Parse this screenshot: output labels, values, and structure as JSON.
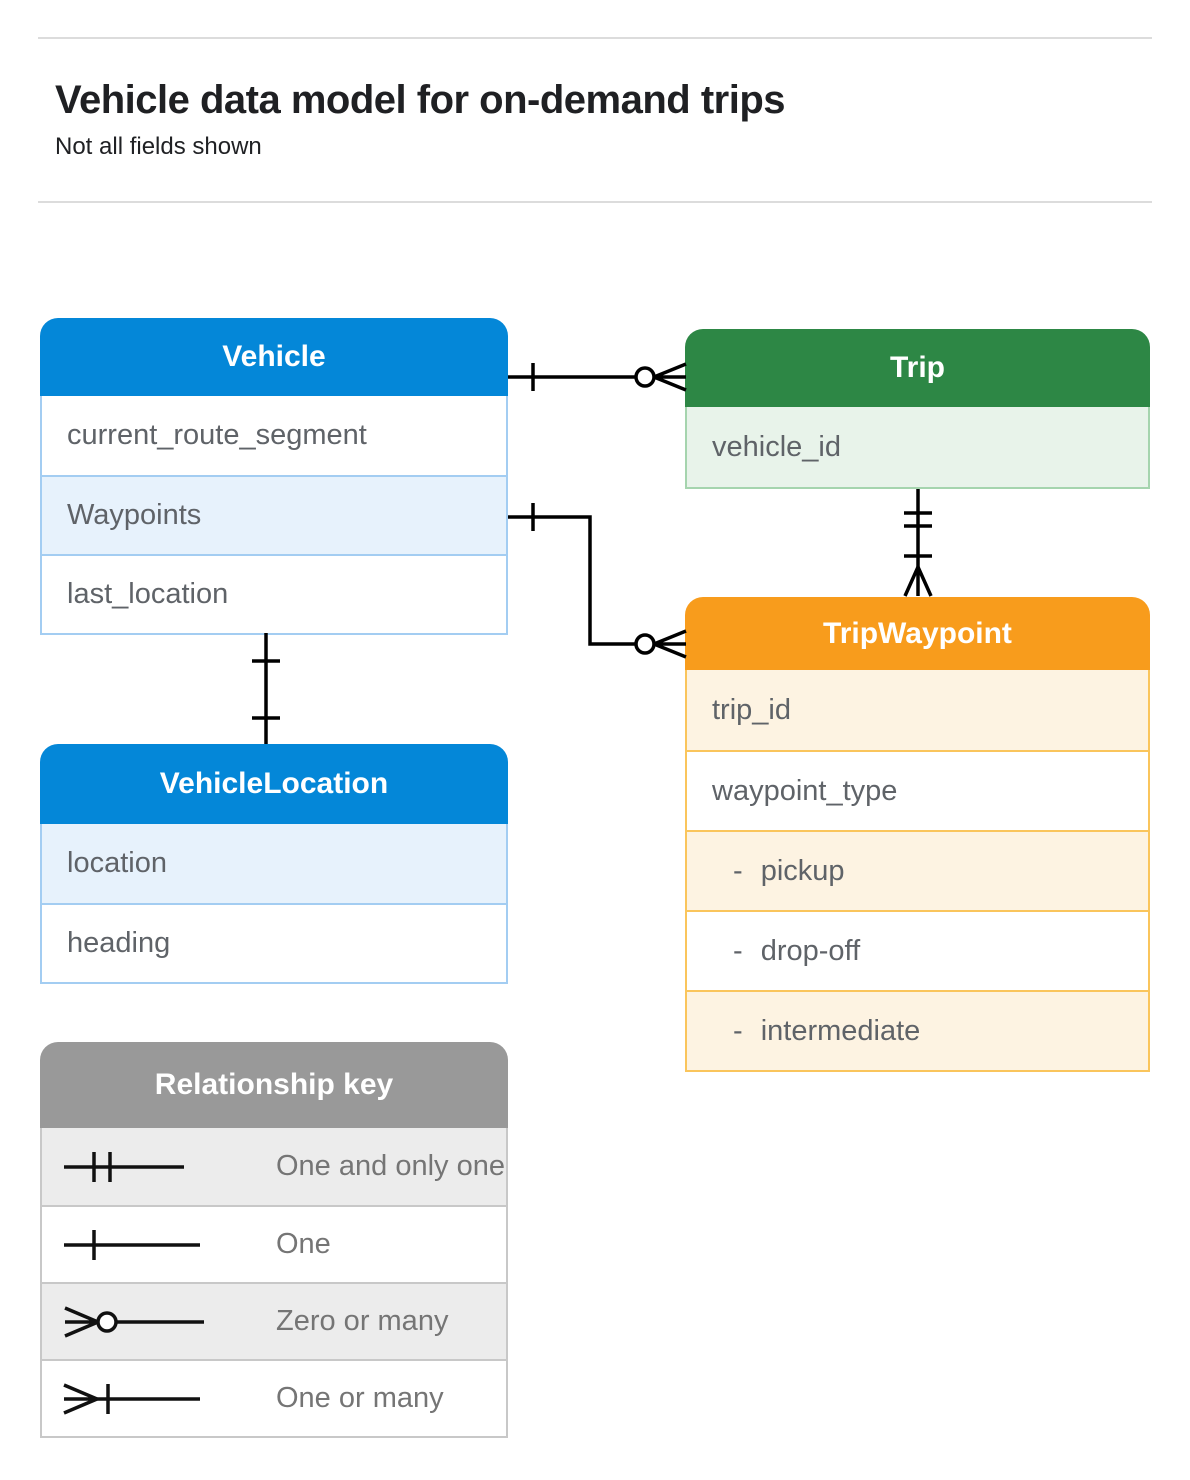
{
  "page": {
    "title": "Vehicle data model for on-demand trips",
    "subtitle": "Not all fields shown"
  },
  "tables": {
    "vehicle": {
      "title": "Vehicle",
      "fields": [
        "current_route_segment",
        "Waypoints",
        "last_location"
      ]
    },
    "trip": {
      "title": "Trip",
      "fields": [
        "vehicle_id"
      ]
    },
    "trip_waypoint": {
      "title": "TripWaypoint",
      "fields": [
        "trip_id",
        "waypoint_type",
        "- pickup",
        "- drop-off",
        "- intermediate"
      ]
    },
    "vehicle_location": {
      "title": "VehicleLocation",
      "fields": [
        "location",
        "heading"
      ]
    }
  },
  "legend": {
    "title": "Relationship key",
    "items": [
      {
        "label": "One and only one",
        "symbol": "one-and-only-one"
      },
      {
        "label": "One",
        "symbol": "one"
      },
      {
        "label": "Zero or many",
        "symbol": "zero-or-many"
      },
      {
        "label": "One or many",
        "symbol": "one-or-many"
      }
    ]
  },
  "relationships": [
    {
      "from": "Vehicle",
      "from_end": "one",
      "to": "Trip",
      "to_end": "zero-or-many"
    },
    {
      "from": "Vehicle.Waypoints",
      "from_end": "one",
      "to": "TripWaypoint",
      "to_end": "zero-or-many"
    },
    {
      "from": "Trip",
      "from_end": "one-and-only-one",
      "to": "TripWaypoint",
      "to_end": "one-or-many"
    },
    {
      "from": "Vehicle",
      "from_end": "one",
      "to": "VehicleLocation",
      "to_end": "one"
    }
  ],
  "colors": {
    "vehicle_header": "#0487d8",
    "vehicle_row_tint": "#e7f2fc",
    "vehicle_border": "#a3cdf2",
    "trip_header": "#2d8745",
    "trip_row_tint": "#e8f3ea",
    "trip_border": "#a5d4ae",
    "trip_waypoint_header": "#f89c1c",
    "trip_waypoint_row_tint": "#fdf3e2",
    "trip_waypoint_border": "#fac55c",
    "legend_header": "#999999",
    "legend_row_tint": "#ececec",
    "legend_border": "#c8c8c8",
    "field_text": "#5f6368",
    "connector": "#000000"
  }
}
